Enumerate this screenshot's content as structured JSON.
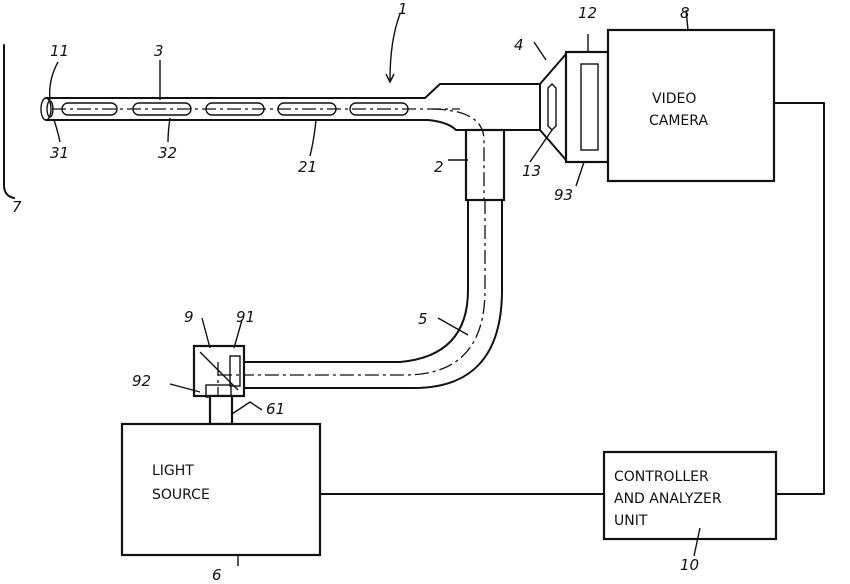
{
  "blocks": {
    "video_camera": [
      "VIDEO",
      "CAMERA"
    ],
    "light_source": [
      "LIGHT",
      "SOURCE"
    ],
    "controller": [
      "CONTROLLER",
      "AND ANALYZER",
      "UNIT"
    ]
  },
  "refs": {
    "r1": "1",
    "r2": "2",
    "r3": "3",
    "r4": "4",
    "r5": "5",
    "r6": "6",
    "r7": "7",
    "r8": "8",
    "r9": "9",
    "r10": "10",
    "r11": "11",
    "r12": "12",
    "r13": "13",
    "r21": "21",
    "r31": "31",
    "r32": "32",
    "r61": "61",
    "r91": "91",
    "r92": "92",
    "r93": "93"
  }
}
